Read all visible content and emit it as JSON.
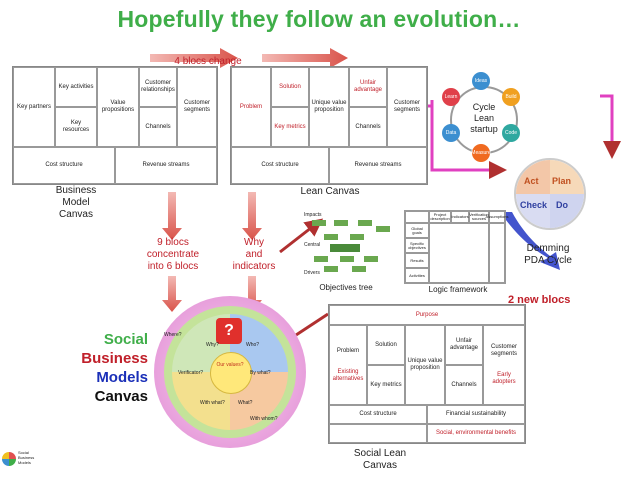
{
  "title": "Hopefully they follow an evolution…",
  "top_arrow_label": "4 blocs change",
  "bmc": {
    "caption": [
      "Business",
      "Model",
      "Canvas"
    ],
    "cells": {
      "key_partners": "Key partners",
      "key_activities": "Key activities",
      "key_resources": "Key resources",
      "value_propositions": "Value propositions",
      "customer_relationships": "Customer relationships",
      "channels": "Channels",
      "customer_segments": "Customer segments",
      "cost_structure": "Cost structure",
      "revenue_streams": "Revenue streams"
    }
  },
  "lean": {
    "caption": "Lean Canvas",
    "cells": {
      "problem": "Problem",
      "solution": "Solution",
      "key_metrics": "Key metrics",
      "uvp": "Unique value proposition",
      "unfair": "Unfair advantage",
      "channels": "Channels",
      "segments": "Customer segments",
      "cost": "Cost structure",
      "revenue": "Revenue streams"
    }
  },
  "cycle": {
    "label": [
      "Cycle",
      "Lean",
      "startup"
    ],
    "nodes": [
      "Ideas",
      "Build",
      "Code",
      "Measure",
      "Data",
      "Learn"
    ]
  },
  "pda": {
    "caption": [
      "Demming",
      "PDA Cycle"
    ],
    "quadrants": [
      "Act",
      "Plan",
      "Check",
      "Do"
    ]
  },
  "center_left_label": [
    "9 blocs",
    "concentrate",
    "into 6 blocs"
  ],
  "center_right_label": [
    "Why",
    "and",
    "indicators"
  ],
  "objectives_tree": {
    "caption": "Objectives tree",
    "labels": [
      "Impacts",
      "Central",
      "Drivers"
    ]
  },
  "logframe": {
    "caption": "Logic framework",
    "rows": [
      "Global goals",
      "Specific objectives",
      "Results",
      "Activities"
    ],
    "cols": [
      "Project description",
      "Indicators",
      "Verification sources",
      "Assumptions"
    ]
  },
  "two_new_blocs": "2 new blocs",
  "sbmc_title": [
    "Social",
    "Business",
    "Models",
    "Canvas"
  ],
  "wheel": {
    "labels": [
      "Where?",
      "Why?",
      "Who?",
      "Our values?",
      "By what?",
      "Verificator?",
      "With what?",
      "What?",
      "With whom?"
    ]
  },
  "social_lean": {
    "caption": [
      "Social Lean",
      "Canvas"
    ],
    "cells": {
      "purpose": "Purpose",
      "problem": "Problem",
      "existing": "Existing alternatives",
      "solution": "Solution",
      "key_metrics": "Key metrics",
      "uvp": "Unique value proposition",
      "unfair": "Unfair advantage",
      "channels": "Channels",
      "segments": "Customer segments",
      "early": "Early adopters",
      "cost": "Cost structure",
      "financial": "Financial sustainability",
      "impact": "Social, environmental benefits"
    }
  },
  "logo_text": [
    "Social",
    "Business",
    "Models"
  ],
  "colors": {
    "title_green": "#3fae49",
    "accent_red": "#c0202a",
    "arrow_red": "#e0605a",
    "magenta": "#e040c0",
    "blue": "#1a2fb8"
  }
}
